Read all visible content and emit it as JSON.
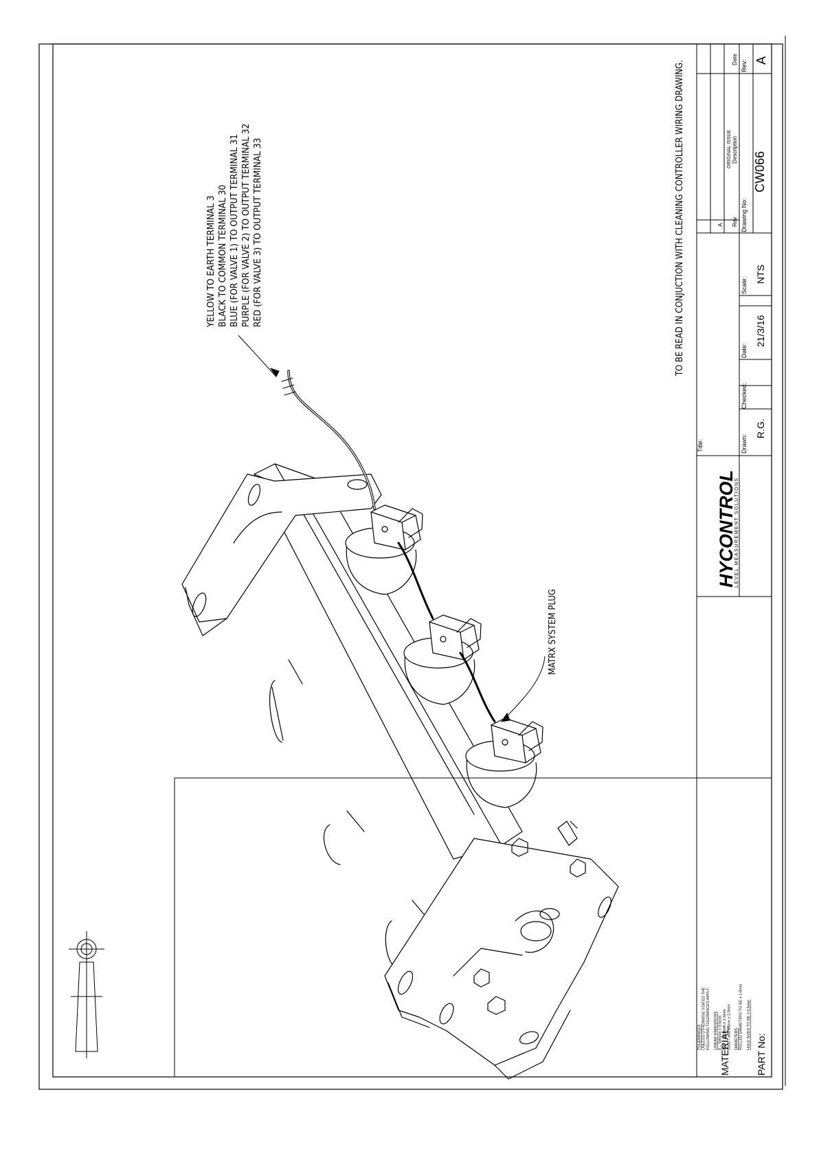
{
  "notes": {
    "wiring_lines": [
      "YELLOW TO EARTH TERMINAL  3",
      "BLACK TO COMMON TERMINAL  30",
      "BLUE  (FOR VALVE  1)  TO  OUTPUT TERMINAL  31",
      "PURPLE  (FOR VALVE  2)  TO  OUTPUT TERMINAL  32",
      "RED  (FOR VALVE  3)  TO  OUTPUT TERMINAL  33"
    ],
    "read_with": "TO  BE  READ  IN  CONJUCTION  WITH  CLEANING  CONTROLLER  WIRING  DRAWING.",
    "callout": "MATRX  SYSTEM  PLUG"
  },
  "title_block": {
    "material_label": "MATERIAL:",
    "part_no_label": "PART  No:",
    "tolerances": {
      "heading": "TOLERANCES",
      "line1": "UNLESS OTHERWISE STATED THE",
      "line2": "FOLLOWING TOLERANCES APPLY",
      "linear_heading": "LINEAR DIMENSIONS",
      "linear1": "0 – 500mm  ±  0.5mm",
      "linear2": "500 – 1000mm  ±  1.0mm",
      "linear3": "1000 – and above  ±  2.0mm",
      "diam_heading": "DIAMETERS",
      "diam1": "ROLLED DIAMETERS  TO  BE  ±  1.0mm",
      "hole": "HOLE  SIZES  TO  BE  ±  0.5mm"
    },
    "logo_text": "HYCONTROL",
    "logo_sub": "LEVEL MEASUREMENT SOLUTIONS",
    "title_label": "Title:",
    "drawn_label": "Drawn:",
    "drawn_value": "R.G.",
    "checked_label": "Checked:",
    "date_label": "Date:",
    "date_value": "21/3/16",
    "scale_label": "Scale:",
    "scale_value": "NTS",
    "drawing_no_label": "Drawing  No:",
    "drawing_no_value": "CW066",
    "rev_label": "Rev:",
    "rev_value": "A",
    "rev_table": {
      "rev_col": "Rev",
      "desc_col": "Description",
      "date_col": "Date",
      "rows": [
        {
          "rev": "A",
          "description": "ORIGINAL ISSUE",
          "date": ""
        }
      ]
    }
  }
}
